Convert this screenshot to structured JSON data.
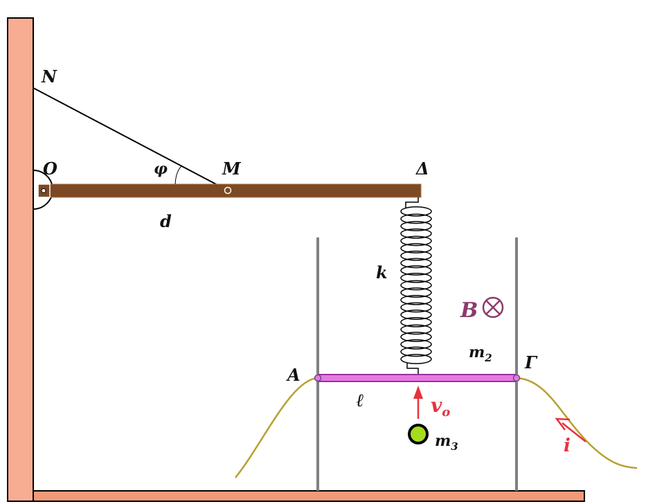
{
  "labels": {
    "N": "N",
    "O": "O",
    "phi": "φ",
    "M": "M",
    "Delta": "Δ",
    "d": "d",
    "k": "k",
    "B": "B",
    "A": "A",
    "Gamma": "Γ",
    "m2": "m",
    "m2_sub": "2",
    "ell": "ℓ",
    "v": "v",
    "v_sub": "o",
    "m3": "m",
    "m3_sub": "3",
    "i": "i"
  },
  "colors": {
    "wall": "#f8ad93",
    "floor": "#f09a78",
    "rod": "#7b4a24",
    "spring": "#000000",
    "rail": "#808080",
    "bar": "#e47be0",
    "bar_border": "#9b2fa0",
    "wire": "#b8a030",
    "arrow": "#e8323c",
    "ball": "#a6dc1e",
    "field": "#8b3b6b"
  },
  "icons": {
    "field_symbol": "cross-in-circle-icon",
    "pivot": "hinge-icon"
  }
}
